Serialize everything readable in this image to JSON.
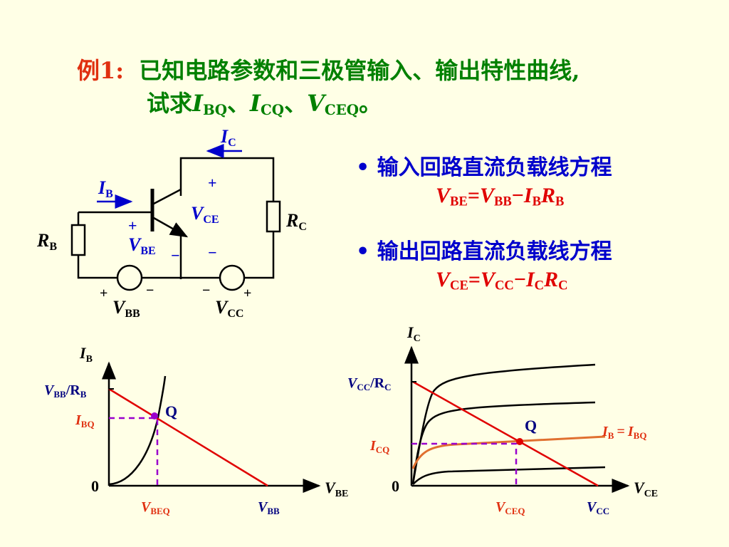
{
  "problem": {
    "label": "例1:",
    "line1": "已知电路参数和三极管输入、输出特性曲线,",
    "line2_prefix": "试求",
    "line2_rest": "、"
  },
  "symbols": {
    "I": "I",
    "V": "V",
    "R": "R",
    "BQ": "BQ",
    "CQ": "CQ",
    "CEQ": "CEQ",
    "dot": "。",
    "B": "B",
    "C": "C",
    "BE": "BE",
    "BB": "BB",
    "CE": "CE",
    "CC": "CC",
    "plus": "+",
    "minus": "−",
    "eq": "=",
    "Q": "Q",
    "zero": "0",
    "slashR": "/R",
    "BEQ": "BEQ"
  },
  "bullets": [
    {
      "text": "输入回路直流负载线方程"
    },
    {
      "text": "输出回路直流负载线方程"
    }
  ],
  "colors": {
    "background": "#FFFFE6",
    "title": "#008000",
    "label_red": "#E03010",
    "blue": "#0000CC",
    "line_red": "#E00000",
    "dashed_purple": "#9900CC",
    "dark_blue_text": "#000080"
  },
  "chart_data": [
    {
      "type": "line",
      "name": "input characteristic",
      "xlabel": "V_BE",
      "ylabel": "I_B",
      "x_ticks": [
        "0",
        "V_BEQ",
        "V_BB"
      ],
      "y_ticks": [
        "V_BB/R_B",
        "I_BQ"
      ],
      "q_point": "Q"
    },
    {
      "type": "line",
      "name": "output characteristic",
      "xlabel": "V_CE",
      "ylabel": "I_C",
      "x_ticks": [
        "0",
        "V_CEQ",
        "V_CC"
      ],
      "y_ticks": [
        "V_CC/R_C",
        "I_CQ"
      ],
      "q_point": "Q",
      "highlighted_curve_label": "I_B = I_BQ"
    }
  ]
}
